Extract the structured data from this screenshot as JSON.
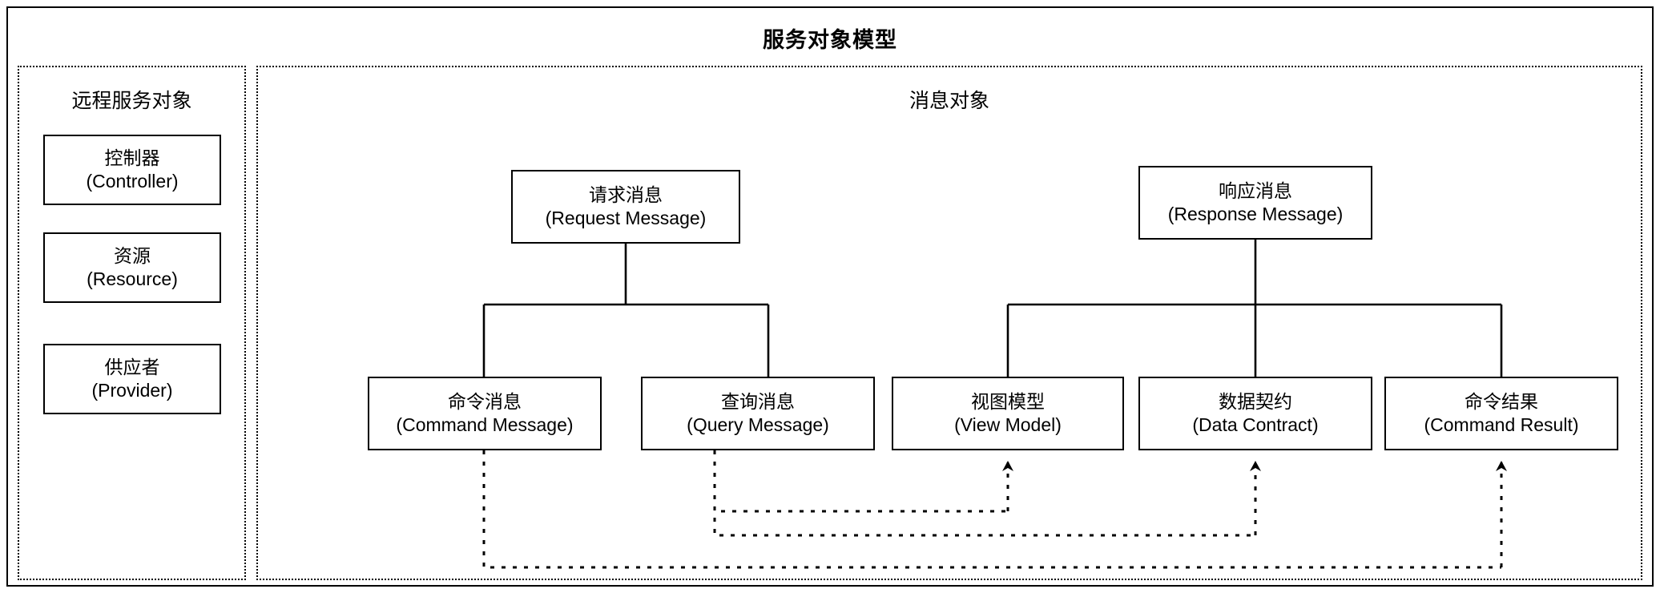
{
  "diagram": {
    "title": "服务对象模型",
    "colors": {
      "stroke": "#000000",
      "background": "#ffffff"
    },
    "groups": [
      {
        "id": "remote",
        "title": "远程服务对象"
      },
      {
        "id": "message",
        "title": "消息对象"
      }
    ],
    "nodes": {
      "controller": {
        "zh": "控制器",
        "en": "(Controller)"
      },
      "resource": {
        "zh": "资源",
        "en": "(Resource)"
      },
      "provider": {
        "zh": "供应者",
        "en": "(Provider)"
      },
      "request": {
        "zh": "请求消息",
        "en": "(Request Message)"
      },
      "response": {
        "zh": "响应消息",
        "en": "(Response Message)"
      },
      "command_message": {
        "zh": "命令消息",
        "en": "(Command Message)"
      },
      "query_message": {
        "zh": "查询消息",
        "en": "(Query Message)"
      },
      "view_model": {
        "zh": "视图模型",
        "en": "(View Model)"
      },
      "data_contract": {
        "zh": "数据契约",
        "en": "(Data Contract)"
      },
      "command_result": {
        "zh": "命令结果",
        "en": "(Command Result)"
      }
    },
    "relations": [
      {
        "type": "generalization",
        "from": "command_message",
        "to": "request"
      },
      {
        "type": "generalization",
        "from": "query_message",
        "to": "request"
      },
      {
        "type": "generalization",
        "from": "view_model",
        "to": "response"
      },
      {
        "type": "generalization",
        "from": "data_contract",
        "to": "response"
      },
      {
        "type": "generalization",
        "from": "command_result",
        "to": "response"
      },
      {
        "type": "dependency",
        "from": "query_message",
        "to": "view_model"
      },
      {
        "type": "dependency",
        "from": "query_message",
        "to": "data_contract"
      },
      {
        "type": "dependency",
        "from": "command_message",
        "to": "command_result"
      }
    ]
  }
}
